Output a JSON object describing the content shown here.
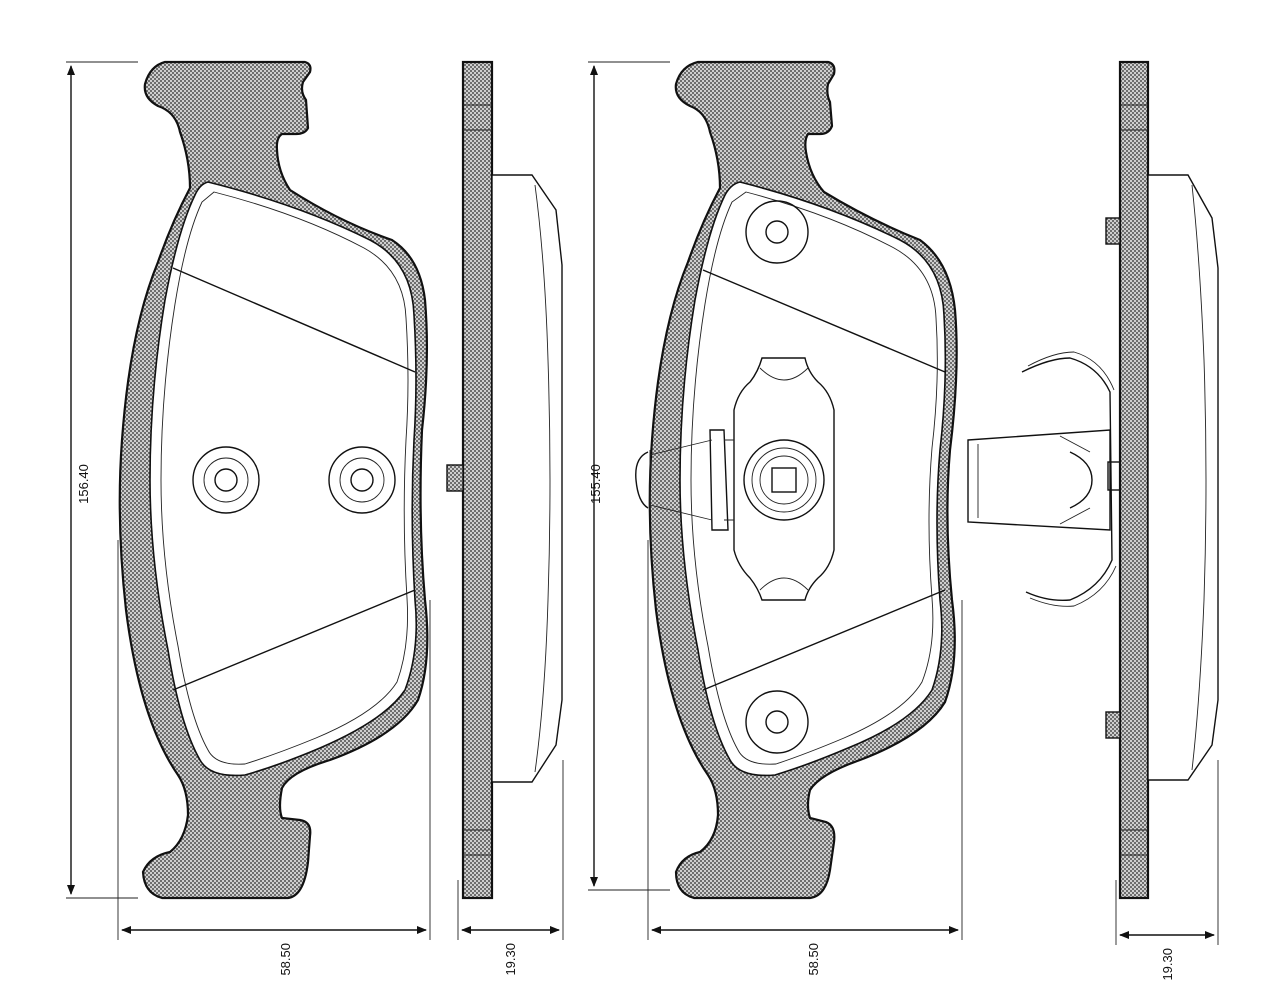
{
  "dimensions": {
    "pad1_height": "156.40",
    "pad1_width": "58.50",
    "pad1_thickness": "19.30",
    "pad2_height": "155.40",
    "pad2_width": "58.50",
    "pad2_thickness": "19.30"
  },
  "colors": {
    "ink": "#111111",
    "background": "#ffffff",
    "hatch": "#8a8a8a"
  }
}
